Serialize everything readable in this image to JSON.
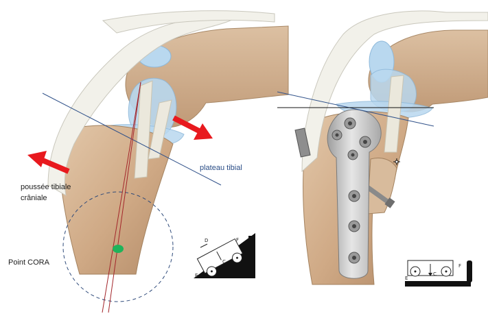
{
  "labels": {
    "tibial_thrust_line1": "poussée tibiale",
    "tibial_thrust_line2": "crâniale",
    "tibial_plateau": "plateau tibial",
    "cora_point": "Point CORA"
  },
  "inset_left": {
    "letters": [
      "D",
      "F",
      "E",
      "C"
    ]
  },
  "inset_right": {
    "letters": [
      "E",
      "C",
      "F"
    ]
  },
  "colors": {
    "bone": "#d4b596",
    "ligament": "#f0efe8",
    "cartilage": "#b9d8ef",
    "plate": "#c4c4c4",
    "arrow": "#e8191e",
    "blue_line": "#31528a",
    "red_line": "#a3252a",
    "cora_dot": "#1fb35a",
    "circle": "#2e4a7a"
  }
}
